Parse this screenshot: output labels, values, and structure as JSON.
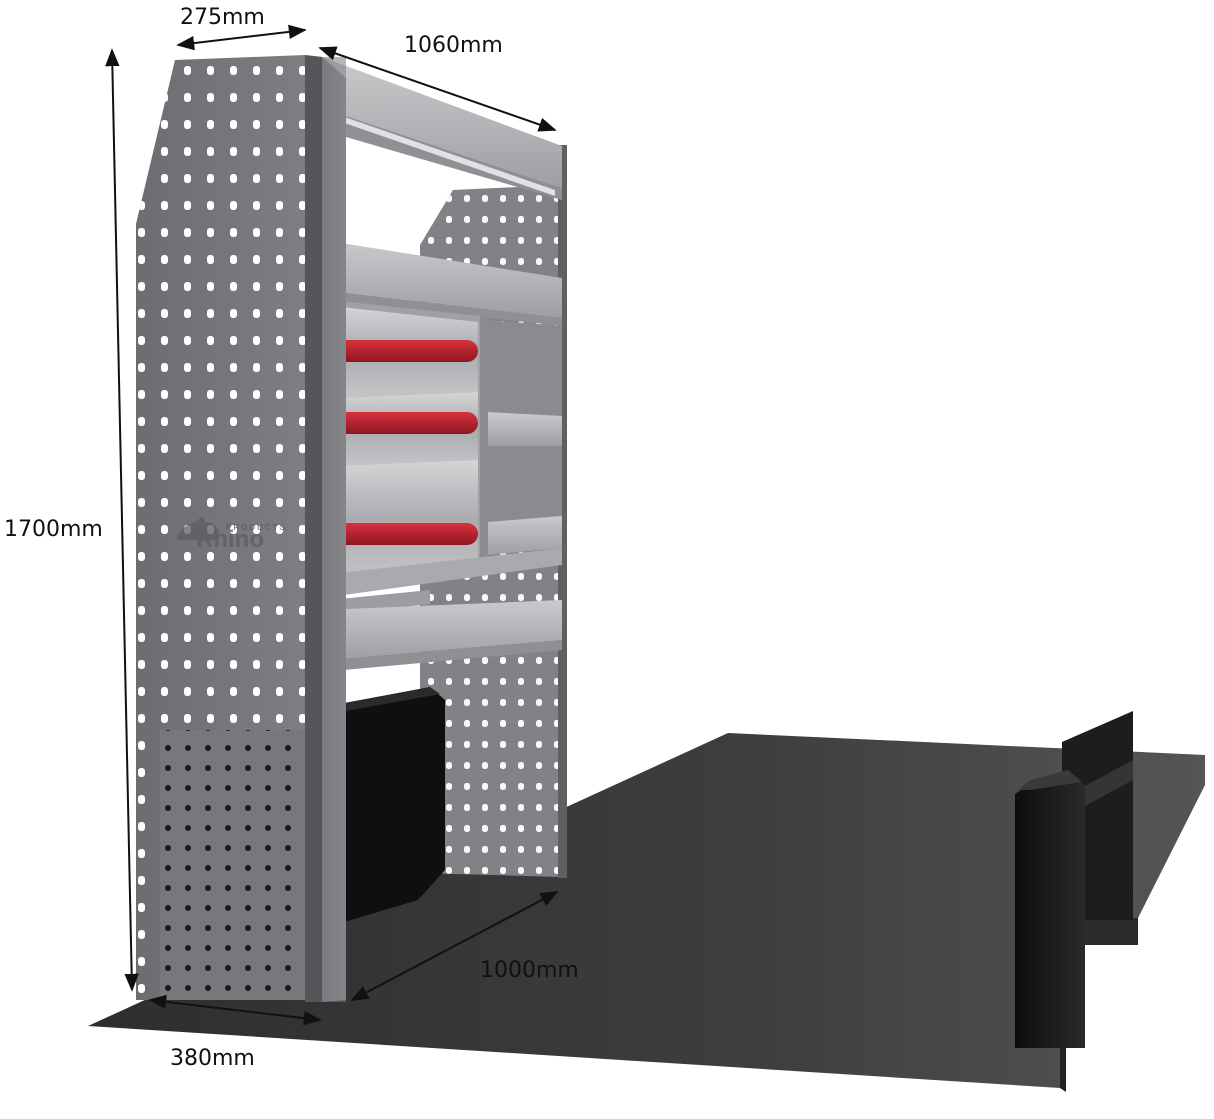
{
  "dimensions": {
    "top_depth": "275mm",
    "top_width": "1060mm",
    "height": "1700mm",
    "floor_length": "1000mm",
    "base_depth": "380mm"
  },
  "logo": {
    "small": "PRODUCTS",
    "brand": "Rhino"
  },
  "colors": {
    "panel": "#77787b",
    "shelf": "#b2b4b7",
    "floor": "#3b3b3b",
    "handle": "#b31f2b",
    "divider": "#151515",
    "dimension_line": "#111111"
  }
}
